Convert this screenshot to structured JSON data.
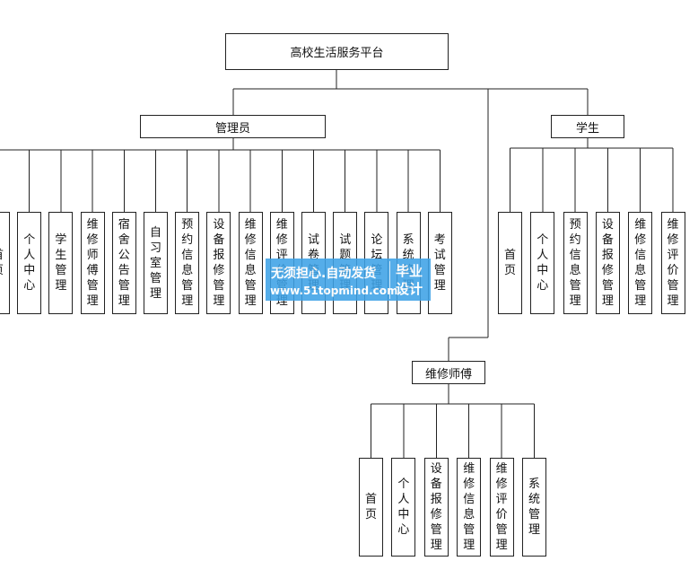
{
  "root": "高校生活服务平台",
  "roles": {
    "admin": {
      "label": "管理员",
      "children": [
        "首页",
        "个人中心",
        "学生管理",
        "维修师傅管理",
        "宿舍公告管理",
        "自习室管理",
        "预约信息管理",
        "设备报修管理",
        "维修信息管理",
        "维修评价管理",
        "试卷管理",
        "试题管理",
        "论坛管理",
        "系统管理",
        "考试管理"
      ]
    },
    "student": {
      "label": "学生",
      "children": [
        "首页",
        "个人中心",
        "预约信息管理",
        "设备报修管理",
        "维修信息管理",
        "维修评价管理"
      ]
    },
    "repairman": {
      "label": "维修师傅",
      "children": [
        "首页",
        "个人中心",
        "设备报修管理",
        "维修信息管理",
        "维修评价管理",
        "系统管理"
      ]
    }
  },
  "watermark": {
    "line1": "无须担心.自动发货",
    "line2": "www.51topmind.com",
    "badge": "毕业设计"
  },
  "colors": {
    "line": "#222222",
    "box_border": "#222222",
    "watermark_bg": "#3ea2e6",
    "watermark_text": "#ffffff"
  }
}
